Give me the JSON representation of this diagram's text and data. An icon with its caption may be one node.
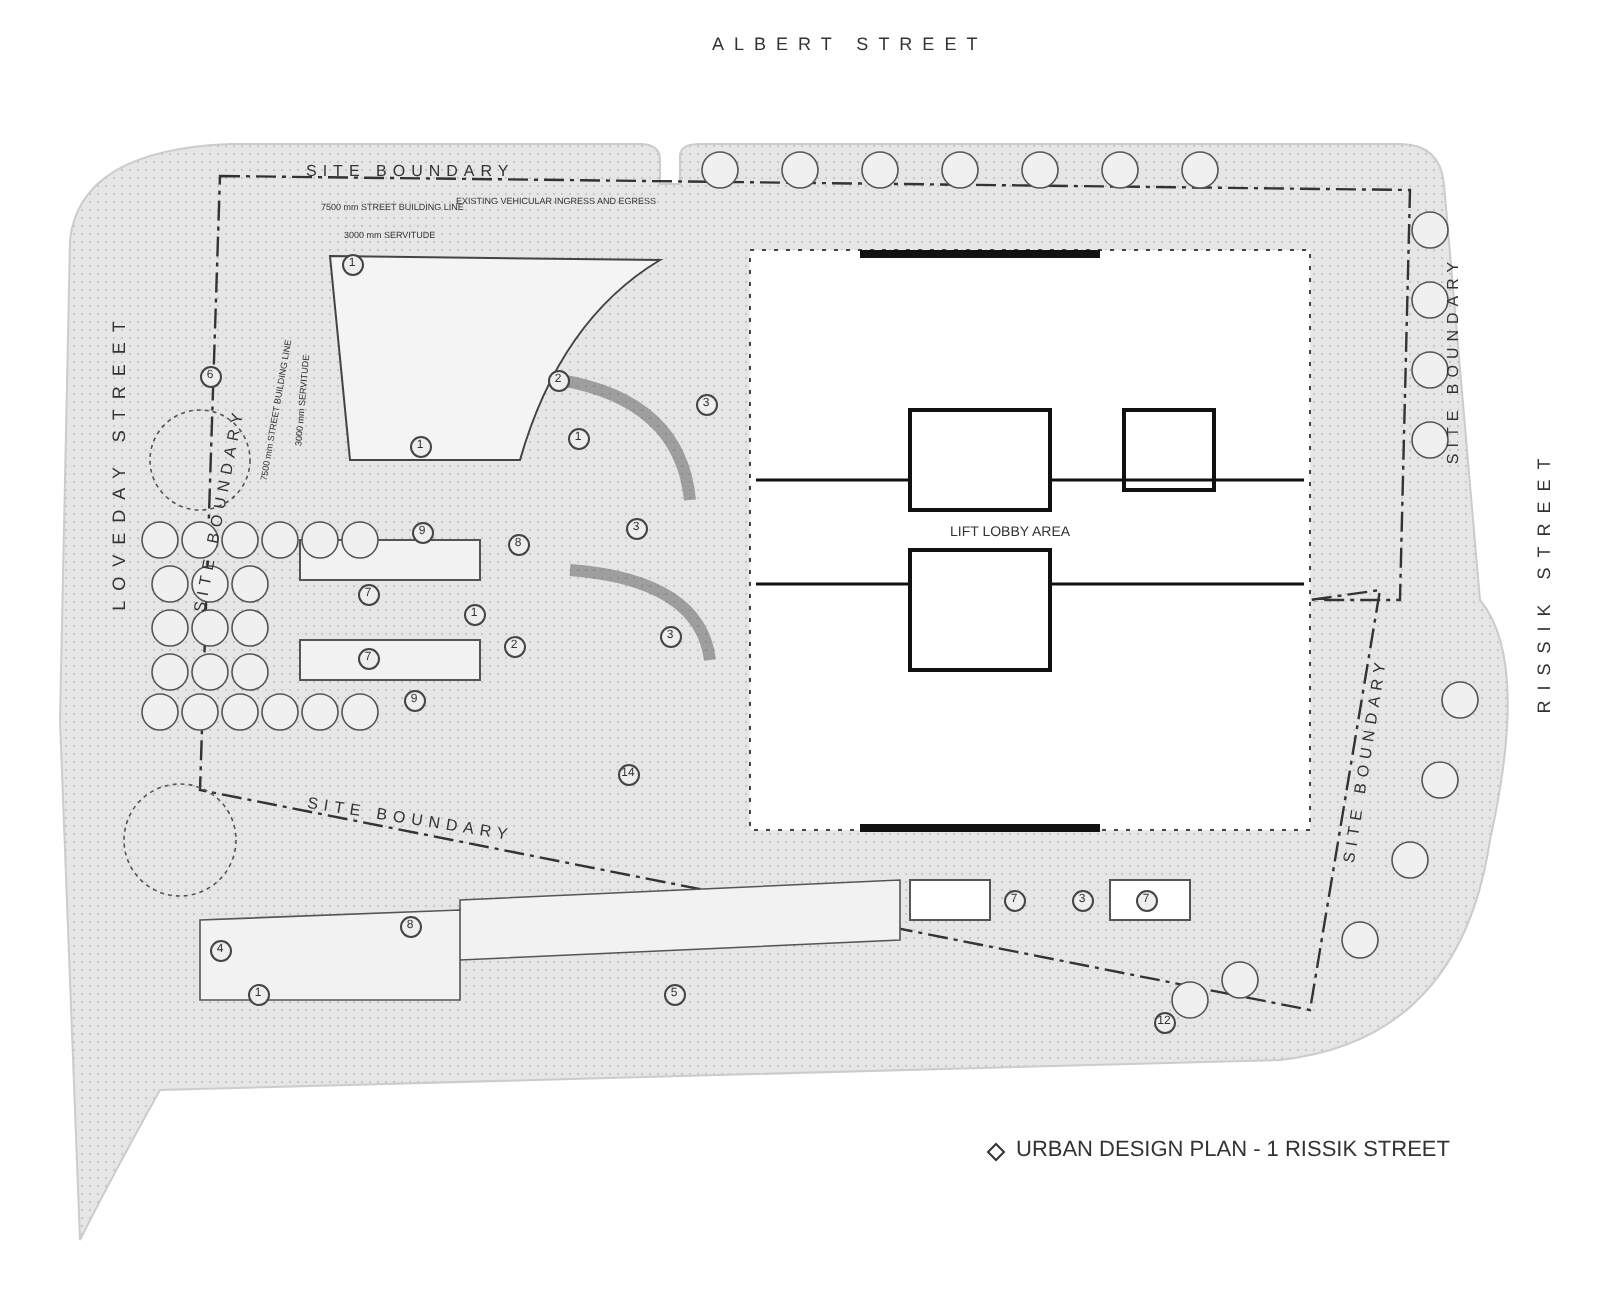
{
  "diagram": {
    "title": "URBAN DESIGN PLAN - 1 RISSIK STREET",
    "labels": [
      "ALBERT STREET",
      "SITE BOUNDARY",
      "EXISTING VEHICULAR INGRESS AND EGRESS",
      "7500 mm STREET BUILDING LINE",
      "3000 mm SERVITUDE",
      "1",
      "6",
      "2",
      "3",
      "1",
      "1",
      "LOVEDAY STREET",
      "SITE BOUNDARY",
      "7500 mm STREET BUILDING LINE",
      "3000 mm SERVITUDE",
      "9",
      "8",
      "3",
      "LIFT LOBBY AREA",
      "RISSIK STREET",
      "SITE BOUNDARY",
      "7",
      "1",
      "3",
      "2",
      "7",
      "9",
      "SITE BOUNDARY",
      "14",
      "SITE BOUNDARY",
      "7",
      "3",
      "7",
      "8",
      "4",
      "1",
      "5",
      "12"
    ]
  }
}
